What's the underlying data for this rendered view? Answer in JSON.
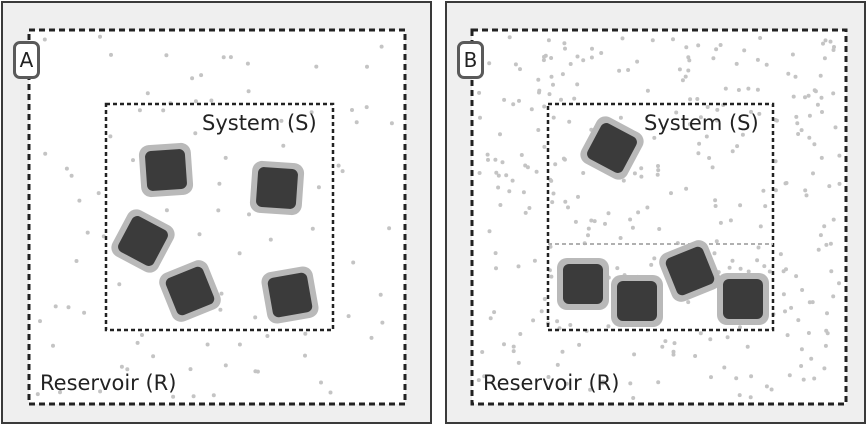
{
  "panels": [
    {
      "letter": "A",
      "system_label": "System (S)",
      "reservoir_label": "Reservoir (R)",
      "has_divider": false
    },
    {
      "letter": "B",
      "system_label": "System (S)",
      "reservoir_label": "Reservoir (R)",
      "has_divider": true
    }
  ],
  "colors": {
    "panel_background": "#efefef",
    "reservoir_background": "#ffffff",
    "dashed_border": "#222222",
    "particle": "#c4c4c4",
    "block_fill": "#3b3b3b",
    "block_halo": "#b9b9b9",
    "divider": "#b0b0b0"
  }
}
